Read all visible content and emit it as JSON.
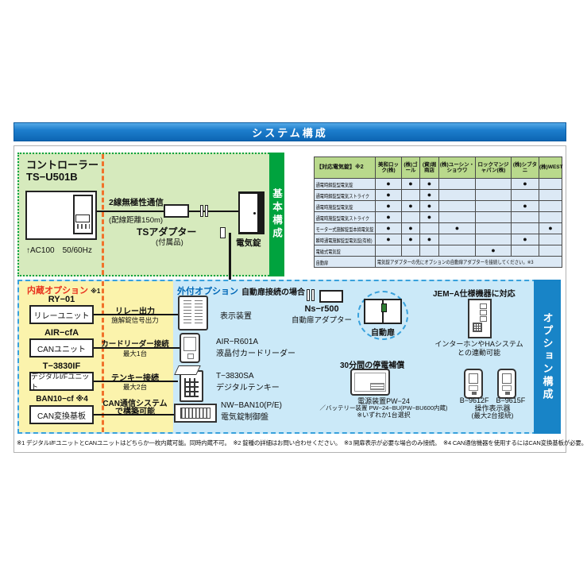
{
  "banner": {
    "title": "システム構成"
  },
  "basic": {
    "section_label": "基本構成",
    "controller": {
      "name": "コントローラー",
      "model": "TS−U501B",
      "power": "↑AC100　50/60Hz"
    },
    "comm": {
      "line1": "2線無極性通信",
      "line2": "(配線距離150m)"
    },
    "adapter": {
      "name": "TSアダプター",
      "sub": "(付属品)"
    },
    "lock_label": "電気錠",
    "table": {
      "header_first": "【対応電気錠】※2",
      "vendors": [
        "美和ロック(株)",
        "(株)ゴール",
        "(資)堀商店",
        "(株)ユーシン・ショウワ",
        "ロックマンジャパン(株)",
        "(株)シブタニ",
        "(株)WEST"
      ],
      "rows": [
        {
          "label": "通電時解錠型電気錠",
          "marks": [
            "●",
            "●",
            "●",
            "",
            "",
            "●",
            ""
          ]
        },
        {
          "label": "通電時解錠型電気ストライク",
          "marks": [
            "●",
            "",
            "●",
            "",
            "",
            "",
            ""
          ]
        },
        {
          "label": "通電時施錠型電気錠",
          "marks": [
            "●",
            "●",
            "●",
            "",
            "",
            "●",
            ""
          ]
        },
        {
          "label": "通電時施錠型電気ストライク",
          "marks": [
            "●",
            "",
            "●",
            "",
            "",
            "",
            ""
          ]
        },
        {
          "label": "モーター式施解錠型本締電気錠",
          "marks": [
            "●",
            "●",
            "",
            "●",
            "",
            "",
            "●"
          ]
        },
        {
          "label": "瞬時通電施解錠型電気錠(有極)",
          "marks": [
            "●",
            "●",
            "●",
            "",
            "",
            "●",
            ""
          ]
        },
        {
          "label": "電磁式電気錠",
          "marks": [
            "",
            "",
            "",
            "",
            "●",
            "",
            ""
          ]
        }
      ],
      "auto_door": {
        "label": "自動扉",
        "note": "電気錠アダプターの先にオプションの自動扉アダプターを接続してください。※3"
      }
    }
  },
  "options": {
    "section_label": "オプション構成",
    "built_in": {
      "title": "内蔵オプション",
      "title_note": "※1",
      "units": [
        {
          "model": "RY−01",
          "name": "リレーユニット",
          "link": "リレー出力",
          "link_sub": "施解錠信号出力"
        },
        {
          "model": "AIR−cfA",
          "name": "CANユニット",
          "link": "カードリーダー接続",
          "link_sub": "最大1台"
        },
        {
          "model": "T−3830IF",
          "name": "デジタルI/Fユニット",
          "link": "テンキー接続",
          "link_sub": "最大2台"
        },
        {
          "model": "BAN10−cf ※4",
          "name": "CAN変換基板",
          "link": "CAN通信システム",
          "link_sub": "で構築可能"
        }
      ]
    },
    "external": {
      "title": "外付オプション",
      "devices": [
        {
          "label1": "表示装置",
          "label2": ""
        },
        {
          "label1": "AIR−R601A",
          "label2": "液晶付カードリーダー"
        },
        {
          "label1": "T−3830SA",
          "label2": "デジタルテンキー"
        },
        {
          "label1": "NW−BAN10(P/E)",
          "label2": "電気錠制御盤"
        }
      ]
    },
    "auto_door": {
      "case_label": "自動扉接続の場合",
      "model": "Ns−r500",
      "name": "自動扉アダプター",
      "door_label": "自動扉"
    },
    "jema": {
      "title": "JEM−A仕様機器に対応",
      "desc1": "インターホンやHAシステム",
      "desc2": "との連動可能"
    },
    "power": {
      "title": "30分間の停電補償",
      "line1": "電源装置PW−24",
      "line2": "／バッテリー装置 PW−24−BU(PW−BU600内蔵)",
      "line3": "※いずれか1台選択"
    },
    "operator": {
      "models": "B−9612F　B−9615F",
      "name": "操作表示器",
      "note": "(最大2台接続)"
    }
  },
  "footnotes": "※1 デジタルI/FユニットとCANユニットはどちらか一枚内蔵可能。同時内蔵不可。　※2 錠種の詳細はお問い合わせください。　※3 開扉表示が必要な場合のみ接続。　※4 CAN通信機器を使用するにはCAN変換基板が必要。"
}
